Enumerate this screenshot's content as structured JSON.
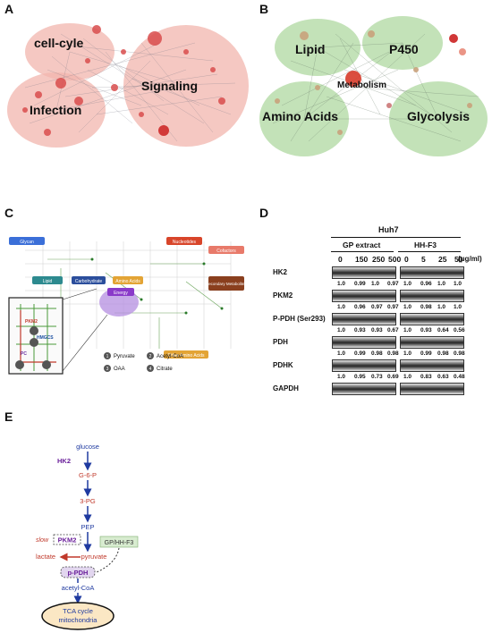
{
  "panels": {
    "a": "A",
    "b": "B",
    "c": "C",
    "d": "D",
    "e": "E"
  },
  "network_a": {
    "clusters": [
      "cell-cyle",
      "Signaling",
      "Infection"
    ]
  },
  "network_b": {
    "clusters": [
      "Lipid",
      "P450",
      "Metabolism",
      "Amino Acids",
      "Glycolysis"
    ]
  },
  "pathway_map": {
    "categories": [
      "Glycan",
      "Nucleotides",
      "Cofactors",
      "Lipid",
      "Carbohydrate",
      "Amino Acids",
      "Energy",
      "Secondary Metabolites",
      "Other Amino Acids"
    ],
    "inset_labels": [
      "PKM2",
      "HMGCS",
      "PC"
    ],
    "legend": [
      {
        "num": "1",
        "label": "Pyruvate"
      },
      {
        "num": "2",
        "label": "Acetyl-CoA"
      },
      {
        "num": "3",
        "label": "OAA"
      },
      {
        "num": "4",
        "label": "Citrate"
      }
    ],
    "colors": {
      "Glycan": "#3b6fd8",
      "Nucleotides": "#d8452a",
      "Cofactors": "#e87a6a",
      "Lipid": "#2d8a8f",
      "Carbohydrate": "#2b4e9c",
      "Amino Acids": "#e3a435",
      "Energy": "#8a3ac9",
      "Secondary Metabolites": "#8a3f1e",
      "Other Amino Acids": "#e3a435"
    }
  },
  "western_blot": {
    "cell_line": "Huh7",
    "groups": [
      "GP extract",
      "HH-F3"
    ],
    "concentrations": [
      "0",
      "150",
      "250",
      "500",
      "0",
      "5",
      "25",
      "50"
    ],
    "unit": "(μg/ml)",
    "rows": [
      {
        "label": "HK2",
        "values": [
          "1.0",
          "0.99",
          "1.0",
          "0.97",
          "1.0",
          "0.96",
          "1.0",
          "1.0"
        ]
      },
      {
        "label": "PKM2",
        "values": [
          "1.0",
          "0.96",
          "0.97",
          "0.97",
          "1.0",
          "0.98",
          "1.0",
          "1.0"
        ]
      },
      {
        "label": "P-PDH (Ser293)",
        "values": [
          "1.0",
          "0.93",
          "0.93",
          "0.67",
          "1.0",
          "0.93",
          "0.64",
          "0.56"
        ]
      },
      {
        "label": "PDH",
        "values": [
          "1.0",
          "0.99",
          "0.98",
          "0.98",
          "1.0",
          "0.99",
          "0.98",
          "0.98"
        ]
      },
      {
        "label": "PDHK",
        "values": [
          "1.0",
          "0.95",
          "0.73",
          "0.69",
          "1.0",
          "0.83",
          "0.63",
          "0.48"
        ]
      },
      {
        "label": "GAPDH",
        "values": []
      }
    ]
  },
  "pathway_scheme": {
    "steps": [
      "glucose",
      "G-6-P",
      "3-PG",
      "PEP",
      "pyruvate",
      "acetyl-CoA"
    ],
    "enzymes": [
      "HK2",
      "PKM2",
      "p-PDH"
    ],
    "slow": "slow",
    "lactate": "lactate",
    "inhibitor": "GP/HH-F3",
    "tca": [
      "TCA cycle",
      "mitochondria"
    ]
  }
}
